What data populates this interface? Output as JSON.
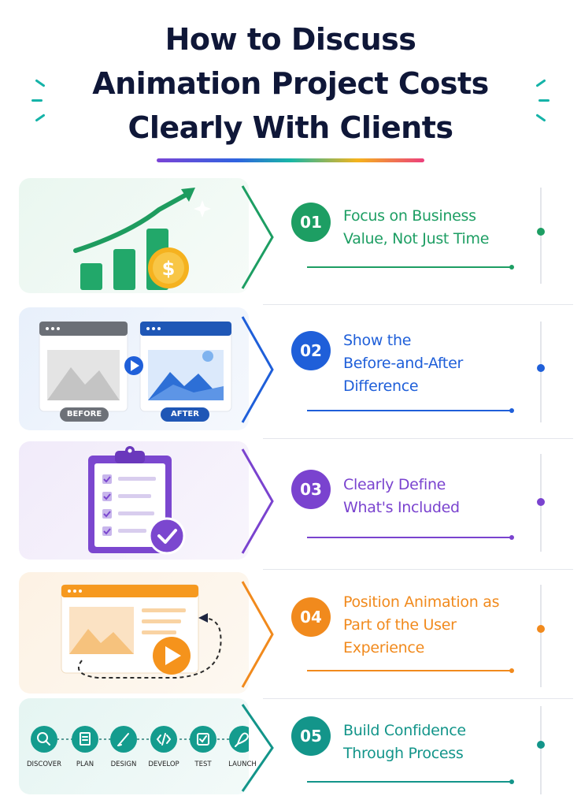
{
  "title": {
    "lines": [
      "How to Discuss",
      "Animation Project Costs",
      "Clearly With Clients"
    ]
  },
  "colors": {
    "title": "#0f1738",
    "step1": "#1d9e63",
    "step2": "#1f5fd9",
    "step3": "#7a43cf",
    "step4": "#f18a1d",
    "step5": "#13958a"
  },
  "steps": [
    {
      "number": "01",
      "text_lines": [
        "Focus on Business",
        "Value, Not Just Time"
      ],
      "icon": "growth-chart-coin-icon"
    },
    {
      "number": "02",
      "text_lines": [
        "Show the",
        "Before-and-After",
        "Difference"
      ],
      "icon": "before-after-windows-icon",
      "labels": {
        "before": "BEFORE",
        "after": "AFTER"
      }
    },
    {
      "number": "03",
      "text_lines": [
        "Clearly Define",
        "What's Included"
      ],
      "icon": "clipboard-checklist-icon"
    },
    {
      "number": "04",
      "text_lines": [
        "Position Animation as",
        "Part of the User",
        "Experience"
      ],
      "icon": "browser-play-icon"
    },
    {
      "number": "05",
      "text_lines": [
        "Build Confidence",
        "Through Process"
      ],
      "icon": "process-steps-icon",
      "process": [
        "DISCOVER",
        "PLAN",
        "DESIGN",
        "DEVELOP",
        "TEST",
        "LAUNCH"
      ]
    }
  ]
}
